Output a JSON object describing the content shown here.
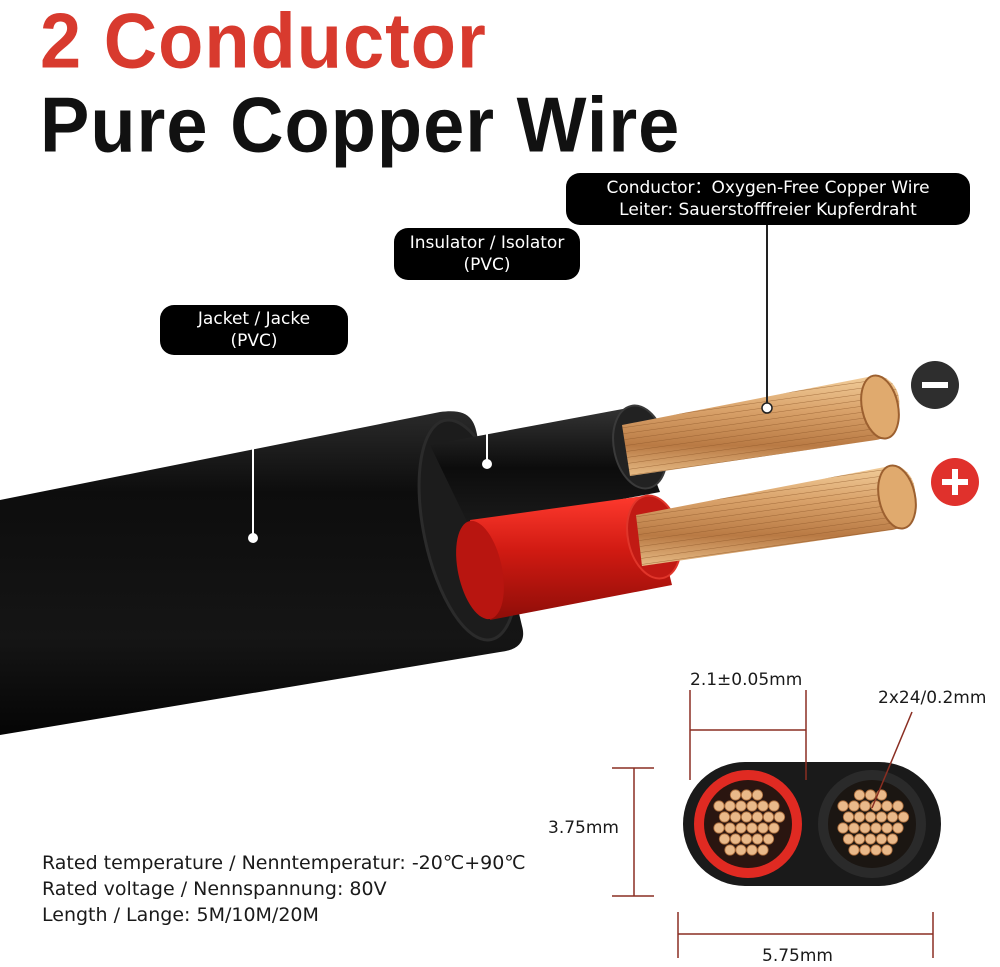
{
  "headline": {
    "line1": "2 Conductor",
    "line2": "Pure Copper Wire",
    "line1_color": "#d83a2e",
    "line2_color": "#111111"
  },
  "callouts": {
    "conductor": {
      "line1": "Conductor：Oxygen-Free Copper Wire",
      "line2": "Leiter: Sauerstofffreier Kupferdraht"
    },
    "insulator": {
      "line1": "Insulator / Isolator",
      "line2": "(PVC)"
    },
    "jacket": {
      "line1": "Jacket / Jacke",
      "line2": "(PVC)"
    }
  },
  "polarity": {
    "negative_symbol": "−",
    "positive_symbol": "+",
    "negative_color": "#2e2e2e",
    "positive_color": "#e0312c"
  },
  "specs": [
    "Rated temperature / Nenntemperatur: -20℃+90℃",
    "Rated voltage / Nennspannung: 80V",
    "Length / Lange: 5M/10M/20M"
  ],
  "dimensions": {
    "core_diameter": "2.1±0.05mm",
    "strands": "2x24/0.2mm",
    "height": "3.75mm",
    "width": "5.75mm"
  },
  "colors": {
    "jacket": "#111111",
    "red_insulator": "#d8231c",
    "copper": "#d9a46b",
    "dimension_line": "#8a2e22"
  }
}
